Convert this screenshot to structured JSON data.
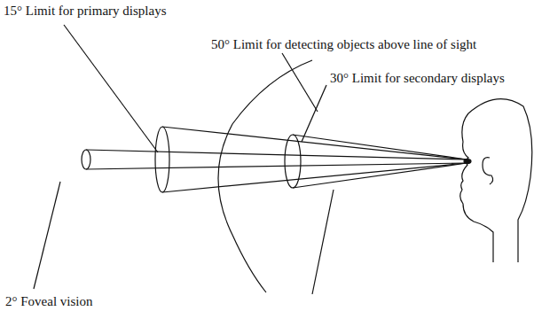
{
  "diagram": {
    "labels": [
      "15° Limit for primary displays",
      "50° Limit for detecting objects above line of sight",
      "30° Limit for secondary displays",
      "2° Foveal vision"
    ]
  }
}
